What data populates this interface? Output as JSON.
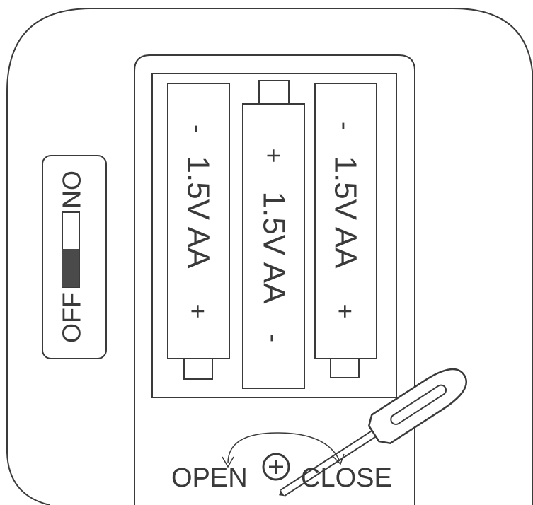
{
  "switch": {
    "on_label": "ON",
    "off_label": "OFF",
    "state": "OFF"
  },
  "batteries": [
    {
      "top_symbol": "-",
      "label": "1.5V AA",
      "bottom_symbol": "+",
      "orientation": "positive-down"
    },
    {
      "top_symbol": "+",
      "label": "1.5V AA",
      "bottom_symbol": "-",
      "orientation": "positive-up"
    },
    {
      "top_symbol": "-",
      "label": "1.5V AA",
      "bottom_symbol": "+",
      "orientation": "positive-down"
    }
  ],
  "screw": {
    "open_label": "OPEN",
    "close_label": "CLOSE"
  },
  "colors": {
    "line": "#3a3a3a",
    "switch_fill": "#4a4a4a",
    "background": "#ffffff"
  },
  "icons": [
    "screwdriver-icon",
    "screw-head-icon",
    "rotation-arrow-icon"
  ]
}
